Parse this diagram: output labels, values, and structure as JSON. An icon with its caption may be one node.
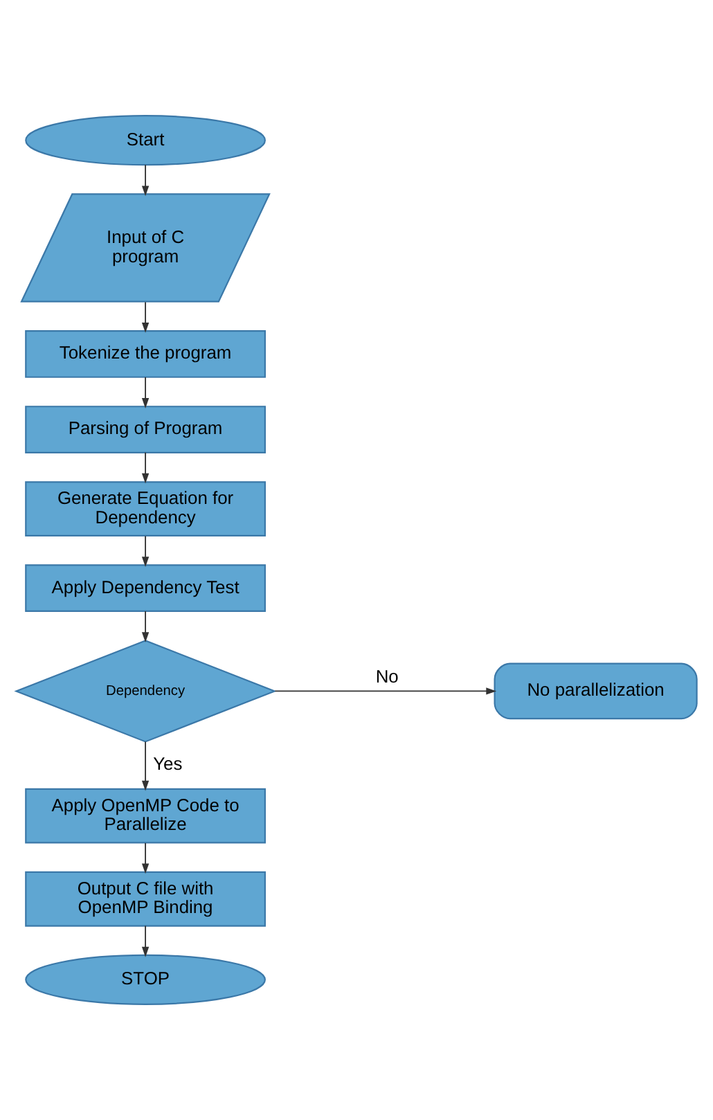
{
  "diagram": {
    "nodes": [
      {
        "text": [
          "Start"
        ]
      },
      {
        "text": [
          "Input of C program"
        ]
      },
      {
        "text": [
          "Tokenize the program"
        ]
      },
      {
        "text": [
          "Parsing of Program"
        ]
      },
      {
        "text": [
          "Generate Equation for Dependency"
        ]
      },
      {
        "text": [
          "Apply Dependency Test"
        ]
      },
      {
        "text": [
          "Dependency"
        ]
      },
      {
        "text": [
          "No parallelization"
        ]
      },
      {
        "text": [
          "Apply OpenMP Code to Parallelize"
        ]
      },
      {
        "text": [
          "Output C file with OpenMP Binding"
        ]
      },
      {
        "text": [
          "STOP"
        ]
      }
    ],
    "edges": [
      {
        "from": 0,
        "to": 1,
        "arrow": "to"
      },
      {
        "from": 1,
        "to": 2,
        "arrow": "to"
      },
      {
        "from": 2,
        "to": 3,
        "arrow": "to"
      },
      {
        "from": 3,
        "to": 4,
        "arrow": "to"
      },
      {
        "from": 4,
        "to": 5,
        "arrow": "to"
      },
      {
        "from": 5,
        "to": 6,
        "arrow": "to"
      },
      {
        "from": 6,
        "to": 7,
        "label": "No",
        "arrow": "to"
      },
      {
        "from": 6,
        "to": 8,
        "label": "Yes",
        "arrow": "to"
      },
      {
        "from": 8,
        "to": 9,
        "arrow": "to"
      },
      {
        "from": 9,
        "to": 10,
        "arrow": "to"
      }
    ]
  }
}
